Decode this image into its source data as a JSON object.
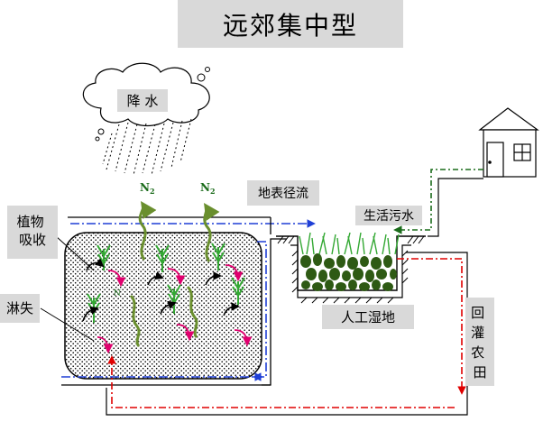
{
  "title": "远郊集中型",
  "labels": {
    "rain": "降 水",
    "surface_runoff": "地表径流",
    "domestic_sewage": "生活污水",
    "plant_uptake": "植物\n吸收",
    "leaching": "淋失",
    "wetland": "人工湿地",
    "irrigation": "回\n灌\n农\n田",
    "n2_left": "N",
    "n2_right": "N",
    "n2_sub": "2",
    "n_inner": "N"
  },
  "icons": [
    "cloud-icon",
    "house-icon",
    "plant-icon",
    "arrow-icon"
  ],
  "colors": {
    "title_bg": "#d9d9d9",
    "blue_flow": "#1f3fd6",
    "red_flow": "#e00000",
    "green_flow": "#1a6b1a",
    "plant": "#33a833",
    "gas_arrow": "#6a8f2e",
    "leach_arrow": "#e0006e",
    "pebble": "#2e5a14"
  }
}
